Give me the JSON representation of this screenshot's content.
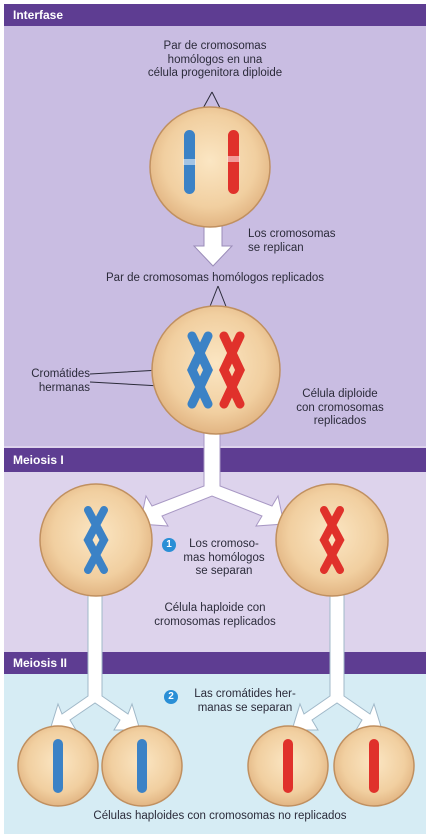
{
  "sections": {
    "interphase": "Interfase",
    "meiosis1": "Meiosis I",
    "meiosis2": "Meiosis II"
  },
  "labels": {
    "homologous_pair": "Par de cromosomas\nhomólogos en una\ncélula progenitora diploide",
    "chromosomes_replicate": "Los cromosomas\nse replican",
    "replicated_pair": "Par de cromosomas homólogos replicados",
    "sister_chromatids": "Cromátides\nhermanas",
    "diploid_cell": "Célula diploide\ncon cromosomas\nreplicados",
    "haploid_cell": "Célula haploide con\ncromosomas replicados",
    "final_cells": "Células haploides con cromosomas no replicados"
  },
  "steps": [
    {
      "number": "1",
      "text": "Los cromoso-\nmas homólogos\nse separan"
    },
    {
      "number": "2",
      "text": "Las cromátides her-\nmanas se separan"
    }
  ],
  "colors": {
    "interphase_bg": "#c9bde2",
    "meiosis1_bg": "#ddd3ec",
    "meiosis2_bg": "#d6ecf4",
    "bar": "#5e3d92",
    "cell_fill": "#f1cfa0",
    "cell_stroke": "#c09060",
    "blue_chromosome": "#3b82c6",
    "red_chromosome": "#e0312b"
  }
}
